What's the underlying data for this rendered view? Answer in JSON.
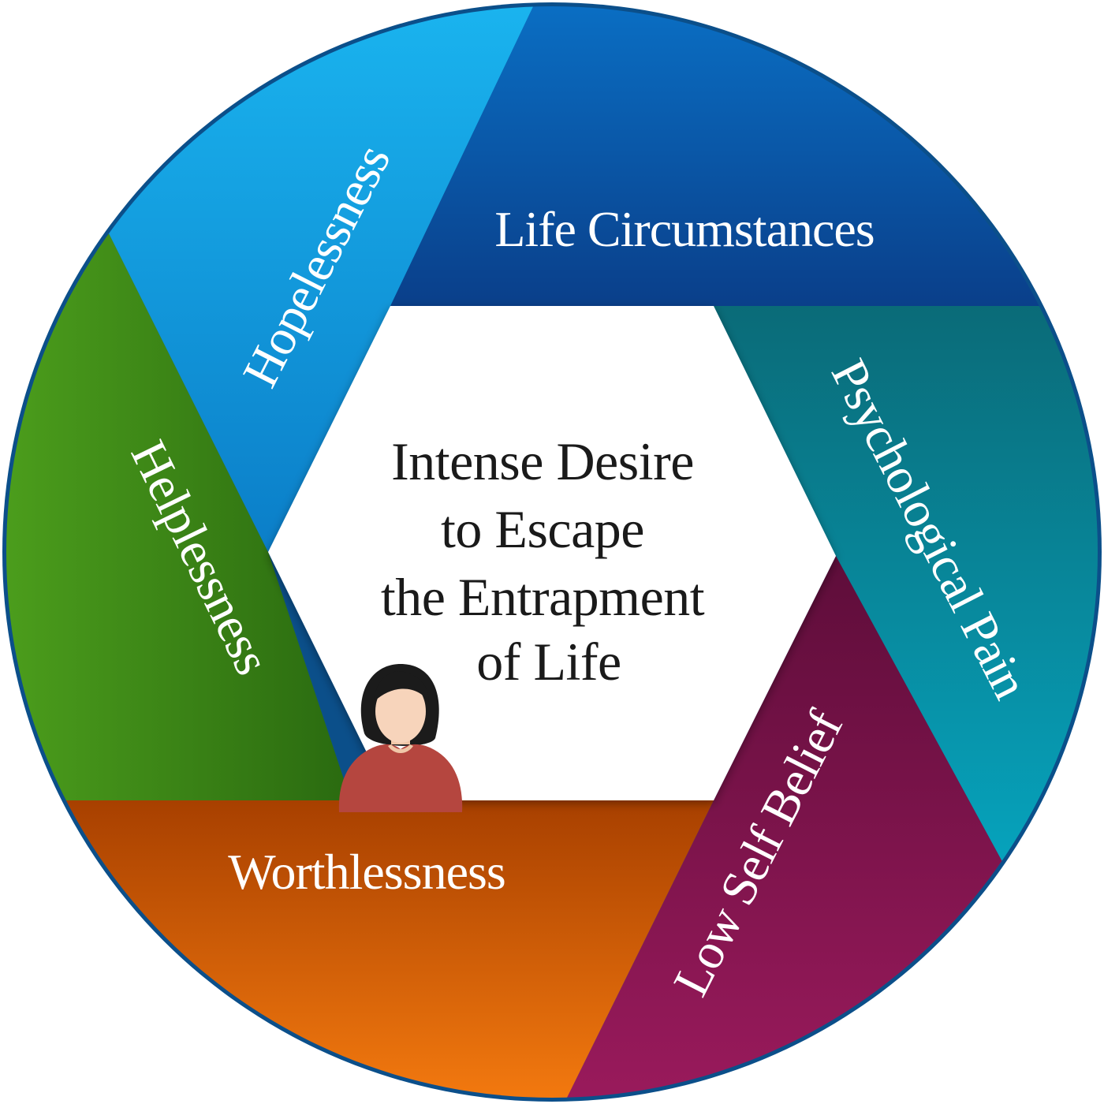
{
  "center": {
    "lines": [
      "Intense Desire",
      "to Escape",
      "the Entrapment",
      "of Life"
    ]
  },
  "segments": {
    "life_circumstances": {
      "label": "Life Circumstances",
      "color_light": "#0a6fc4",
      "color_dark": "#0a3f8a"
    },
    "psychological_pain": {
      "label": "Psychological Pain",
      "color_light": "#06a3bd",
      "color_dark": "#0a6b78"
    },
    "low_self_belief": {
      "label": "Low Self Belief",
      "color_light": "#9a1a5c",
      "color_dark": "#5e0d3a"
    },
    "worthlessness": {
      "label": "Worthlessness",
      "color_light": "#f47a0f",
      "color_dark": "#a84000"
    },
    "helplessness": {
      "label": "Helplessness",
      "color_light": "#4c9e1c",
      "color_dark": "#2a6a10"
    },
    "hopelessness": {
      "label": "Hopelessness",
      "color_light": "#1ab4ef",
      "color_dark": "#0b7ec8"
    }
  },
  "icons": {
    "person": "person-icon"
  }
}
